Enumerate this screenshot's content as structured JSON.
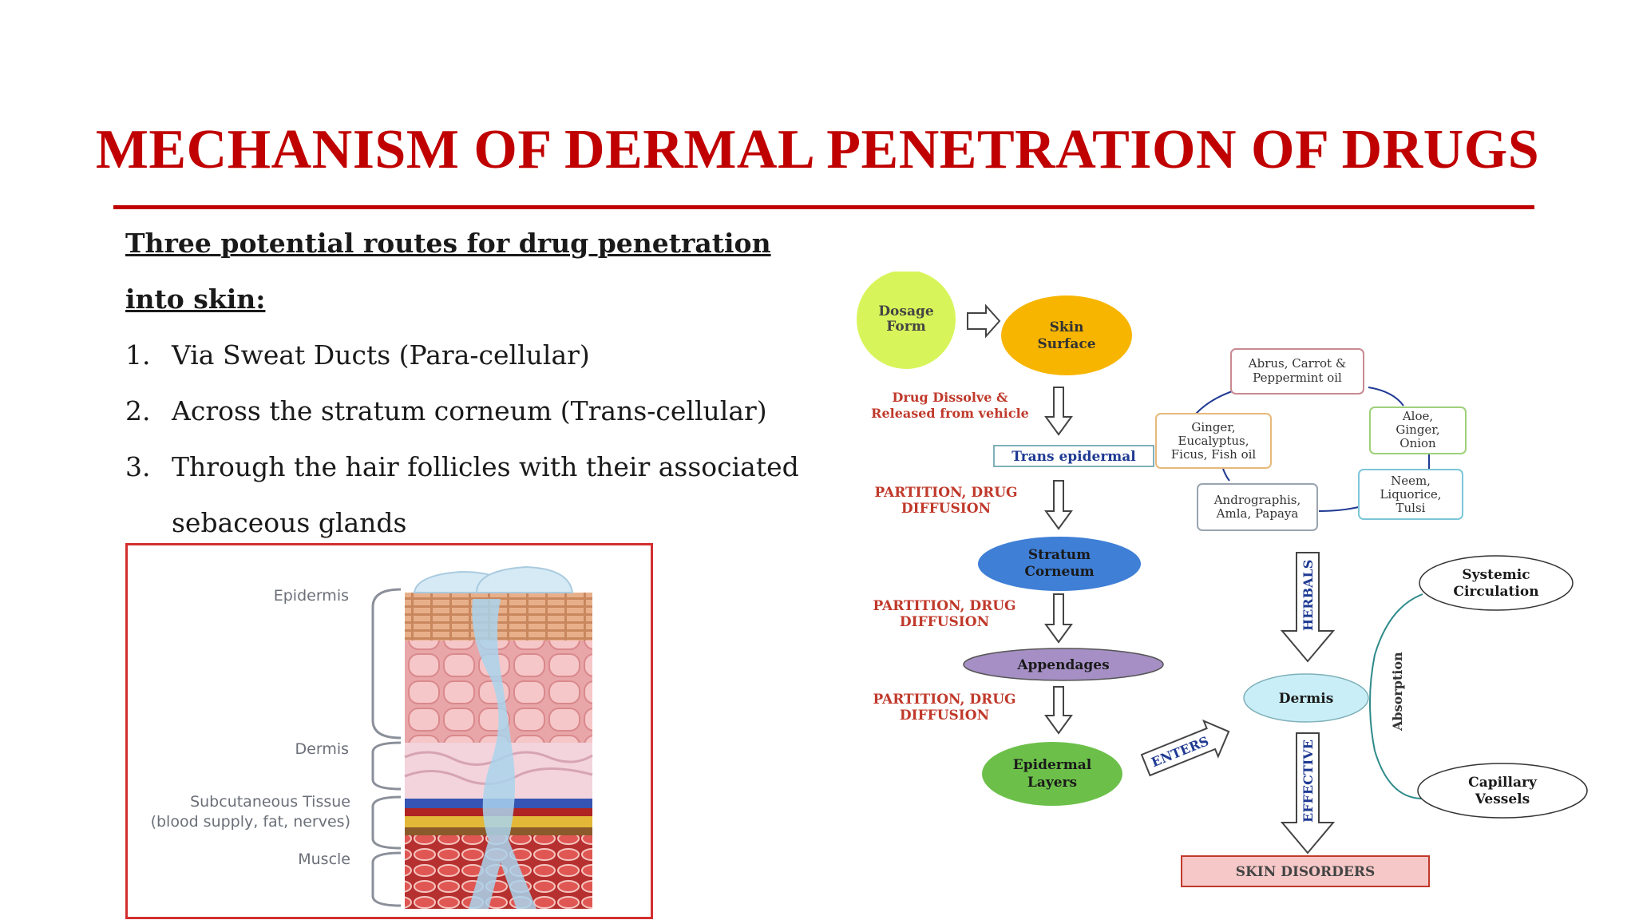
{
  "slide": {
    "title": "MECHANISM OF DERMAL PENETRATION OF DRUGS",
    "heading_line1": "Three potential routes for drug penetration",
    "heading_line2": "into skin:",
    "routes": [
      {
        "num": "1.",
        "text": "Via Sweat Ducts (Para-cellular)"
      },
      {
        "num": "2.",
        "text": "Across the stratum corneum (Trans-cellular)"
      },
      {
        "num": "3.",
        "text": "Through the hair follicles with their associated"
      },
      {
        "num": "",
        "text": "sebaceous glands"
      }
    ]
  },
  "skin_figure": {
    "labels": {
      "epidermis": "Epidermis",
      "dermis": "Dermis",
      "subcutaneous_1": "Subcutaneous Tissue",
      "subcutaneous_2": "(blood supply, fat, nerves)",
      "muscle": "Muscle"
    },
    "border_color": "#d32f2f"
  },
  "flow": {
    "dosage_1": "Dosage",
    "dosage_2": "Form",
    "skin_1": "Skin",
    "skin_2": "Surface",
    "dissolve_1": "Drug Dissolve &",
    "dissolve_2": "Released from vehicle",
    "trans": "Trans epidermal",
    "partition_1": "PARTITION, DRUG",
    "partition_2": "DIFFUSION",
    "stratum_1": "Stratum",
    "stratum_2": "Corneum",
    "appendages": "Appendages",
    "epidermal_1": "Epidermal",
    "epidermal_2": "Layers",
    "enters": "ENTERS",
    "dermis": "Dermis",
    "herbals": "HERBALS",
    "effective": "EFFECTIVE",
    "absorption": "Absorption",
    "systemic_1": "Systemic",
    "systemic_2": "Circulation",
    "capillary_1": "Capillary",
    "capillary_2": "Vessels",
    "skin_disorders": "SKIN DISORDERS",
    "herb_abrus_1": "Abrus, Carrot &",
    "herb_abrus_2": "Peppermint oil",
    "herb_aloe_1": "Aloe,",
    "herb_aloe_2": "Ginger,",
    "herb_aloe_3": "Onion",
    "herb_ginger_1": "Ginger,",
    "herb_ginger_2": "Eucalyptus,",
    "herb_ginger_3": "Ficus, Fish oil",
    "herb_neem_1": "Neem,",
    "herb_neem_2": "Liquorice,",
    "herb_neem_3": "Tulsi",
    "herb_andro_1": "Andrographis,",
    "herb_andro_2": "Amla, Papaya",
    "colors": {
      "dosage": "#d7f55a",
      "skin": "#f7b500",
      "stratum": "#3f7fd6",
      "appendages": "#a58fc4",
      "epidermal": "#6cc04a",
      "dermis": "#c9eef7",
      "label_red": "#c0392b",
      "text_blue": "#1f3a93"
    }
  }
}
